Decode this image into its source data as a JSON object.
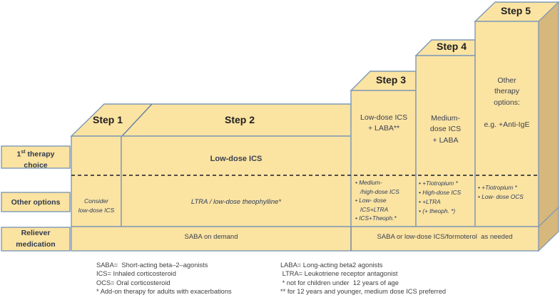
{
  "title": "Stepwise asthma therapy diagram",
  "colors": {
    "box_fill": "#FBE3A2",
    "side_fill": "#D6B77C",
    "border": "#7E99B5",
    "divider": "#5E7DA0",
    "dashed": "#3A3A3A",
    "header_text": "#1F1F1F",
    "body_text": "#3A4150",
    "emphasis_text": "#2E3E5C",
    "label_text": "#2F3A4E",
    "legend_text": "#3F3F3F",
    "background": "#FFFFFF"
  },
  "row_labels": {
    "first_choice": {
      "num": "1",
      "sup": "st",
      "rest": " therapy",
      "line2": "choice"
    },
    "other_options": "Other options",
    "reliever": "Reliever\nmedication"
  },
  "steps": [
    {
      "title": "Step 1",
      "first_choice": "",
      "other": "Consider\nlow-dose ICS"
    },
    {
      "title": "Step 2",
      "first_choice": "Low-dose ICS",
      "other": "LTRA / low-dose theophylline*"
    },
    {
      "title": "Step 3",
      "first_choice": "Low-dose ICS\n+ LABA**",
      "other": "• Medium-\n   /high-dose ICS\n• Low- dose\n   ICS+LTRA\n• ICS+Theoph.*"
    },
    {
      "title": "Step 4",
      "first_choice": "Medium-\ndose ICS\n+ LABA",
      "other": "• +Tiotropium *\n• High-dose ICS\n• +LTRA\n• (+ theoph. *)"
    },
    {
      "title": "Step 5",
      "first_choice": "Other\ntherapy\noptions:\n\ne.g. +Anti-IgE",
      "other": "• +Tiotropium *\n• Low- dose OCS"
    }
  ],
  "reliever_row": {
    "left": "SABA on demand",
    "right": "SABA or low-dose ICS/formoterol  as needed"
  },
  "legend": {
    "col1": [
      "SABA=  Short-acting beta–2–agonists",
      "ICS= Inhaled corticosteroid",
      "OCS= Oral corticosteroid",
      "* Add-on therapy for adults with exacerbations"
    ],
    "col2": [
      "LABA= Long-acting beta2 agonists",
      " LTRA= Leukotriene receptor antagonist",
      " * not for children under  12 years of age",
      "** for 12 years and younger, medium dose ICS preferred"
    ]
  }
}
